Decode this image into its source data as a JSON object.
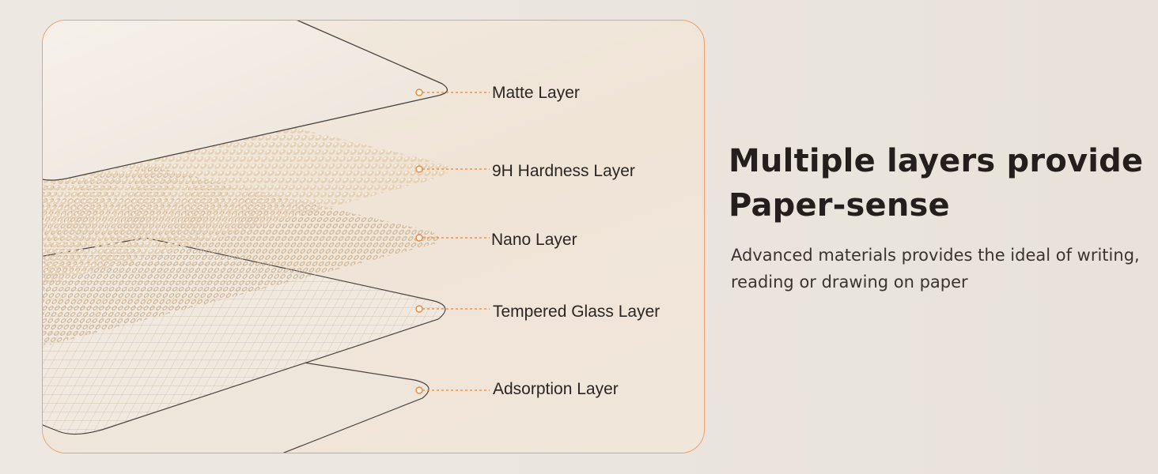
{
  "diagram": {
    "layers": [
      {
        "label": "Matte Layer"
      },
      {
        "label": "9H Hardness Layer"
      },
      {
        "label": "Nano Layer"
      },
      {
        "label": "Tempered Glass Layer"
      },
      {
        "label": "Adsorption Layer"
      }
    ],
    "colors": {
      "accent": "#f1a06a",
      "leader_line": "#e8883f",
      "sheet_edge": "#4a4440"
    }
  },
  "headline": "Multiple layers provide Paper-sense",
  "subtext": "Advanced materials provides the ideal of writing, reading or drawing on paper"
}
